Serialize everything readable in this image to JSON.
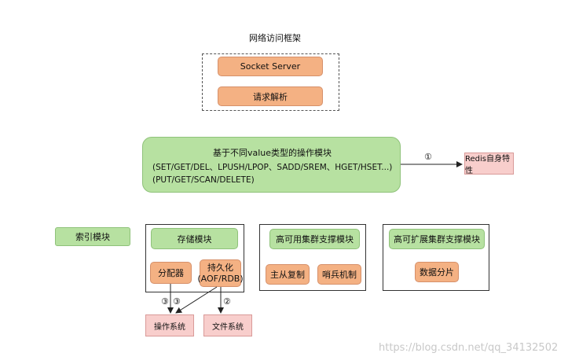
{
  "network": {
    "title": "网络访问框架",
    "socket_server": "Socket Server",
    "request_parse": "请求解析"
  },
  "ops_module": {
    "line1": "基于不同value类型的操作模块",
    "line2": "(SET/GET/DEL、LPUSH/LPOP、SADD/SREM、HGET/HSET...)",
    "line3": "(PUT/GET/SCAN/DELETE)"
  },
  "redis_feature": {
    "label": "Redis自身特性",
    "arrow_mark": "①"
  },
  "index_module": "索引模块",
  "storage": {
    "title": "存储模块",
    "allocator": "分配器",
    "persistence_line1": "持久化",
    "persistence_line2": "(AOF/RDB)",
    "mark_left": "③",
    "mark_mid": "③",
    "mark_right": "②"
  },
  "ha_cluster": {
    "title": "高可用集群支撑模块",
    "replication": "主从复制",
    "sentinel": "哨兵机制"
  },
  "scale_cluster": {
    "title": "高可扩展集群支撑模块",
    "sharding": "数据分片"
  },
  "targets": {
    "os": "操作系统",
    "fs": "文件系统"
  },
  "watermark": "https://blog.csdn.net/qq_34132502",
  "colors": {
    "orange": "#f4b183",
    "green": "#b7e1a1",
    "pink": "#f8cecc"
  }
}
